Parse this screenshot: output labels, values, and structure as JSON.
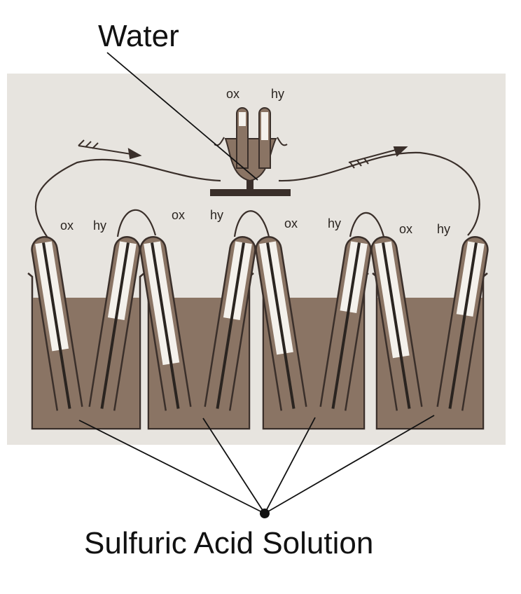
{
  "callouts": {
    "water": "Water",
    "acid": "Sulfuric Acid Solution"
  },
  "voltameter": {
    "left": "ox",
    "right": "hy"
  },
  "cells": [
    {
      "left": "ox",
      "right": "hy"
    },
    {
      "left": "ox",
      "right": "hy"
    },
    {
      "left": "ox",
      "right": "hy"
    },
    {
      "left": "ox",
      "right": "hy"
    }
  ],
  "colors": {
    "paper": "#e7e4df",
    "ink": "#3a2f2a",
    "liquid": "#8a7464",
    "glass": "#f4f1ec",
    "line": "#111111"
  }
}
